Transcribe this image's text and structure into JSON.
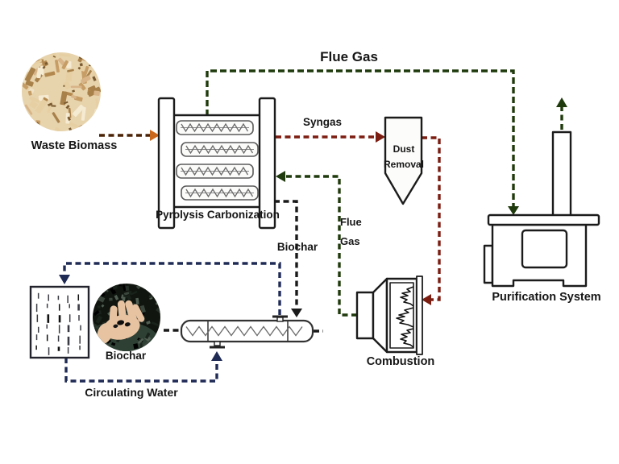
{
  "labels": {
    "flue_gas_top": "Flue Gas",
    "waste_biomass": "Waste Biomass",
    "pyrolysis": "Pyrolysis Carbonization",
    "syngas": "Syngas",
    "dust_removal_line1": "Dust",
    "dust_removal_line2": "Removal",
    "flue_mid_line1": "Flue",
    "flue_mid_line2": "Gas",
    "biochar_stream": "Biochar",
    "combustion": "Combustion",
    "purification": "Purification System",
    "biochar_product": "Biochar",
    "circulating_water": "Circulating Water"
  },
  "colors": {
    "flue-gas": "#1f3a0c",
    "syngas": "#7c1d11",
    "water": "#1f2a55",
    "line-black": "#1a1a1a",
    "biomass-dash": "#4a2307",
    "biomass-arrow": "#c9671c",
    "equipment": "#1b1b1b",
    "text": "#161616"
  }
}
